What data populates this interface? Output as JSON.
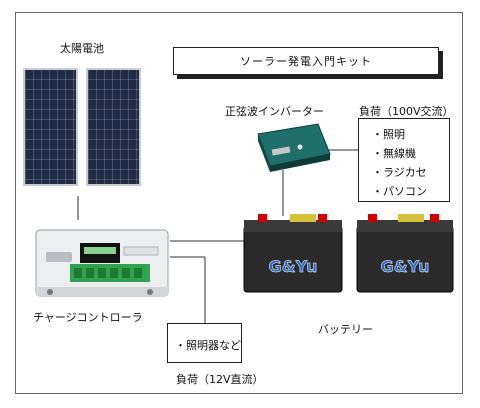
{
  "title": "ソーラー発電入門キット",
  "solar_panel_label": "太陽電池",
  "inverter_label": "正弦波インバーター",
  "ac_load": {
    "label": "負荷（100V交流）",
    "items": [
      "・照明",
      "・無線機",
      "・ラジカセ",
      "・パソコン"
    ]
  },
  "controller_label": "チャージコントローラ",
  "battery_label": "バッテリー",
  "battery_brand": "G&Yu",
  "dc_load": {
    "label": "負荷（12V直流）",
    "items": [
      "・照明器など"
    ]
  },
  "colors": {
    "panel": "#1f2a44",
    "inverter": "#1f6f6a",
    "battery": "#2a2a2a",
    "battery_logo": "#2b6cc4"
  }
}
